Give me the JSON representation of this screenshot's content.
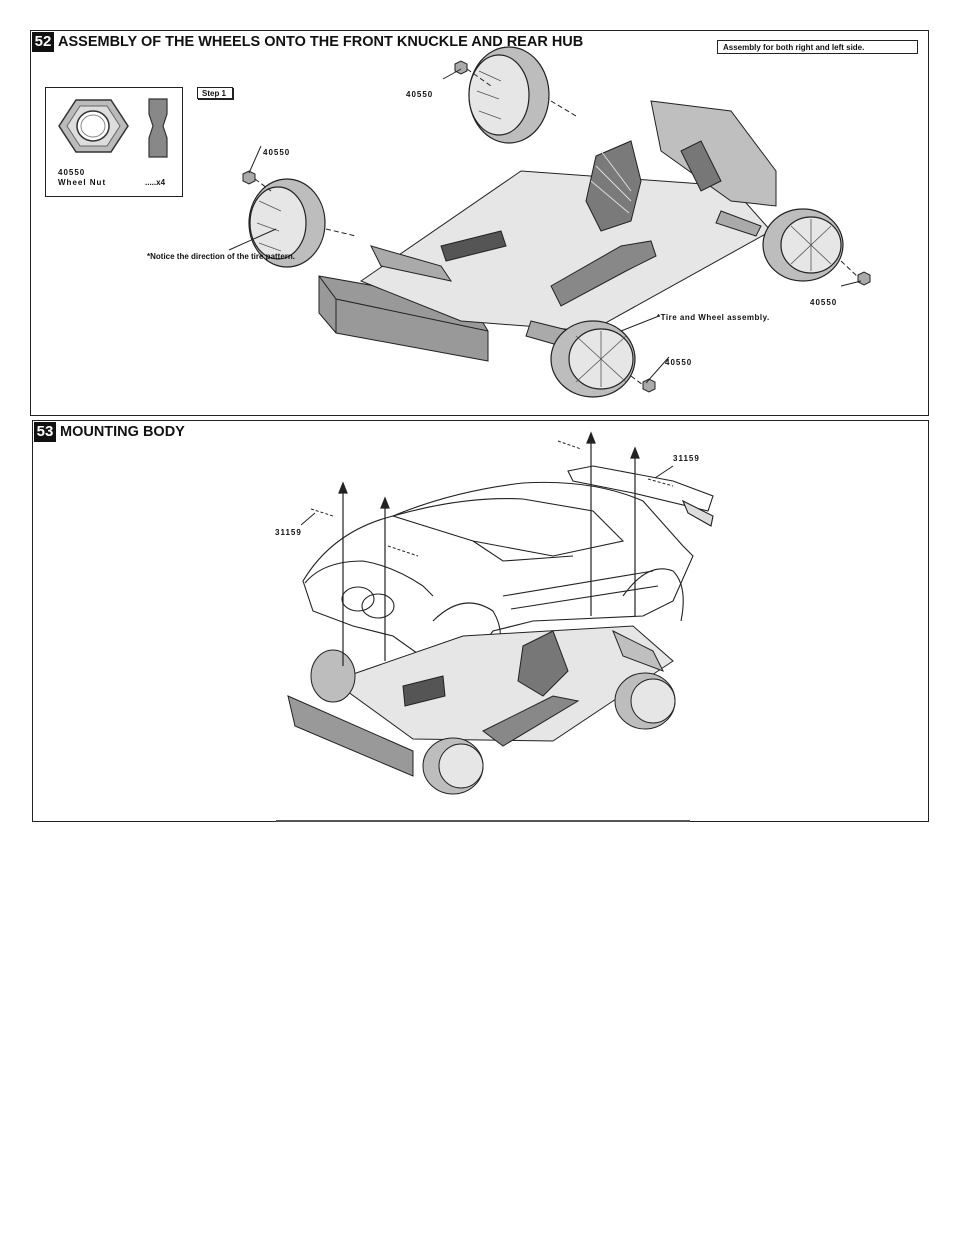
{
  "step52": {
    "number": "52",
    "title": "ASSEMBLY OF THE WHEELS ONTO THE FRONT KNUCKLE AND REAR HUB",
    "note": "Assembly for both right and left side.",
    "part": {
      "code": "40550",
      "name": "Wheel Nut",
      "qty": ".....x4"
    },
    "step_label": "Step 1",
    "callouts": [
      "40550",
      "40550",
      "40550",
      "40550"
    ],
    "tire_notice": "*Notice the direction of the tire pattern.",
    "tire_assembly": "*Tire and Wheel assembly."
  },
  "step53": {
    "number": "53",
    "title": "MOUNTING BODY",
    "callouts": [
      "31159",
      "31159"
    ]
  }
}
